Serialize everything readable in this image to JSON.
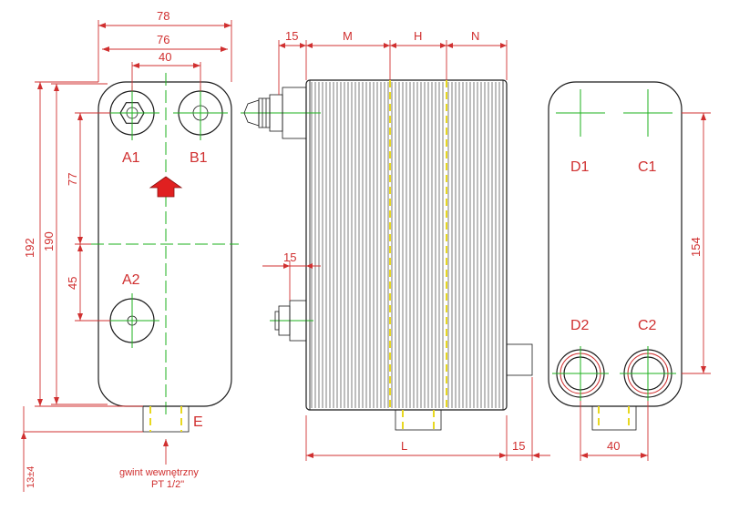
{
  "dimensions": {
    "width_78": "78",
    "width_76": "76",
    "width_40_top": "40",
    "height_192": "192",
    "height_190": "190",
    "height_77": "77",
    "height_45": "45",
    "height_154": "154",
    "width_40_bottom": "40",
    "side_15_top": "15",
    "side_15_mid": "15",
    "side_15_bottom": "15",
    "side_M": "M",
    "side_H": "H",
    "side_N": "N",
    "side_L": "L",
    "tolerance_13": "13±4"
  },
  "ports": {
    "a1": "A1",
    "b1": "B1",
    "a2": "A2",
    "d1": "D1",
    "c1": "C1",
    "d2": "D2",
    "c2": "C2",
    "e": "E"
  },
  "note": {
    "line1": "gwint wewnętrzny",
    "line2": "PT 1/2\""
  },
  "colors": {
    "dimension": "#d03030",
    "centerline": "#1db21d",
    "gasket": "#e8d820",
    "outline": "#1a1a1a"
  }
}
